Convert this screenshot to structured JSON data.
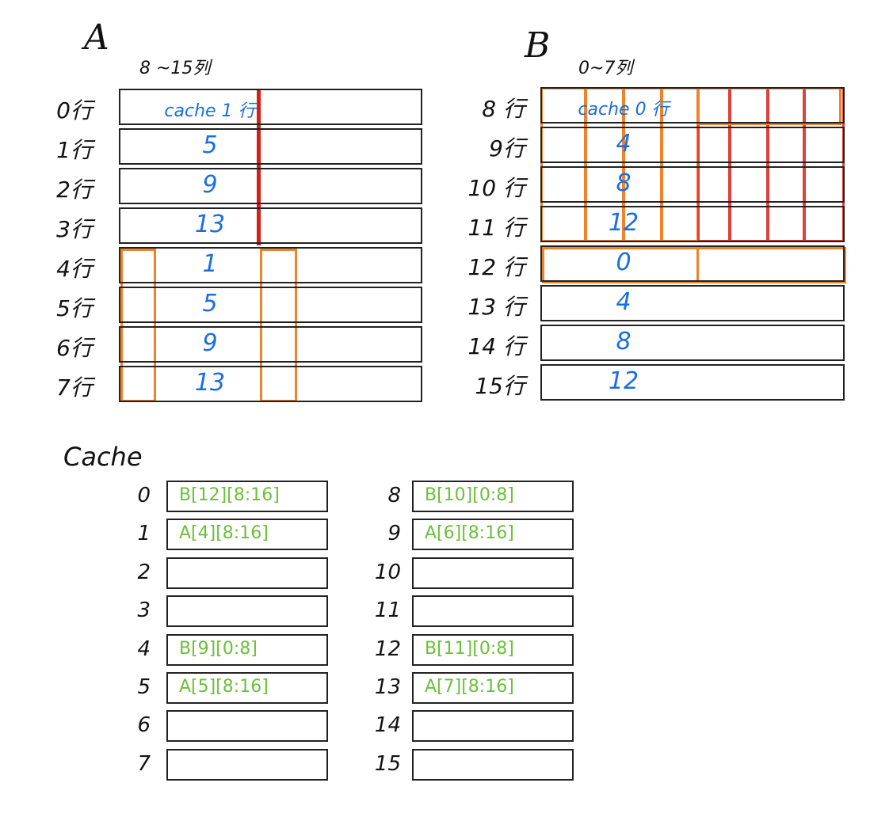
{
  "matrixA": {
    "title": "A",
    "subtitle": "8 ~15列",
    "rows": [
      {
        "label": "0行",
        "value": "cache 1 行"
      },
      {
        "label": "1行",
        "value": "5"
      },
      {
        "label": "2行",
        "value": "9"
      },
      {
        "label": "3行",
        "value": "13"
      },
      {
        "label": "4行",
        "value": "1"
      },
      {
        "label": "5行",
        "value": "5"
      },
      {
        "label": "6行",
        "value": "9"
      },
      {
        "label": "7行",
        "value": "13"
      }
    ]
  },
  "matrixB": {
    "title": "B",
    "subtitle": "0~7列",
    "rows": [
      {
        "label": "8 行",
        "value": "cache 0 行"
      },
      {
        "label": "9行",
        "value": "4"
      },
      {
        "label": "10 行",
        "value": "8"
      },
      {
        "label": "11 行",
        "value": "12"
      },
      {
        "label": "12 行",
        "value": "0"
      },
      {
        "label": "13 行",
        "value": "4"
      },
      {
        "label": "14 行",
        "value": "8"
      },
      {
        "label": "15行",
        "value": "12"
      }
    ]
  },
  "cache": {
    "title": "Cache",
    "left": [
      {
        "index": "0",
        "content": "B[12][8:16]"
      },
      {
        "index": "1",
        "content": "A[4][8:16]"
      },
      {
        "index": "2",
        "content": ""
      },
      {
        "index": "3",
        "content": ""
      },
      {
        "index": "4",
        "content": "B[9][0:8]"
      },
      {
        "index": "5",
        "content": "A[5][8:16]"
      },
      {
        "index": "6",
        "content": ""
      },
      {
        "index": "7",
        "content": ""
      }
    ],
    "right": [
      {
        "index": "8",
        "content": "B[10][0:8]"
      },
      {
        "index": "9",
        "content": "A[6][8:16]"
      },
      {
        "index": "10",
        "content": ""
      },
      {
        "index": "11",
        "content": ""
      },
      {
        "index": "12",
        "content": "B[11][0:8]"
      },
      {
        "index": "13",
        "content": "A[7][8:16]"
      },
      {
        "index": "14",
        "content": ""
      },
      {
        "index": "15",
        "content": ""
      }
    ]
  },
  "colors": {
    "blue": "#1a6ee0",
    "orange": "#f0822a",
    "red": "#e0403a",
    "green": "#6cbf3a"
  }
}
